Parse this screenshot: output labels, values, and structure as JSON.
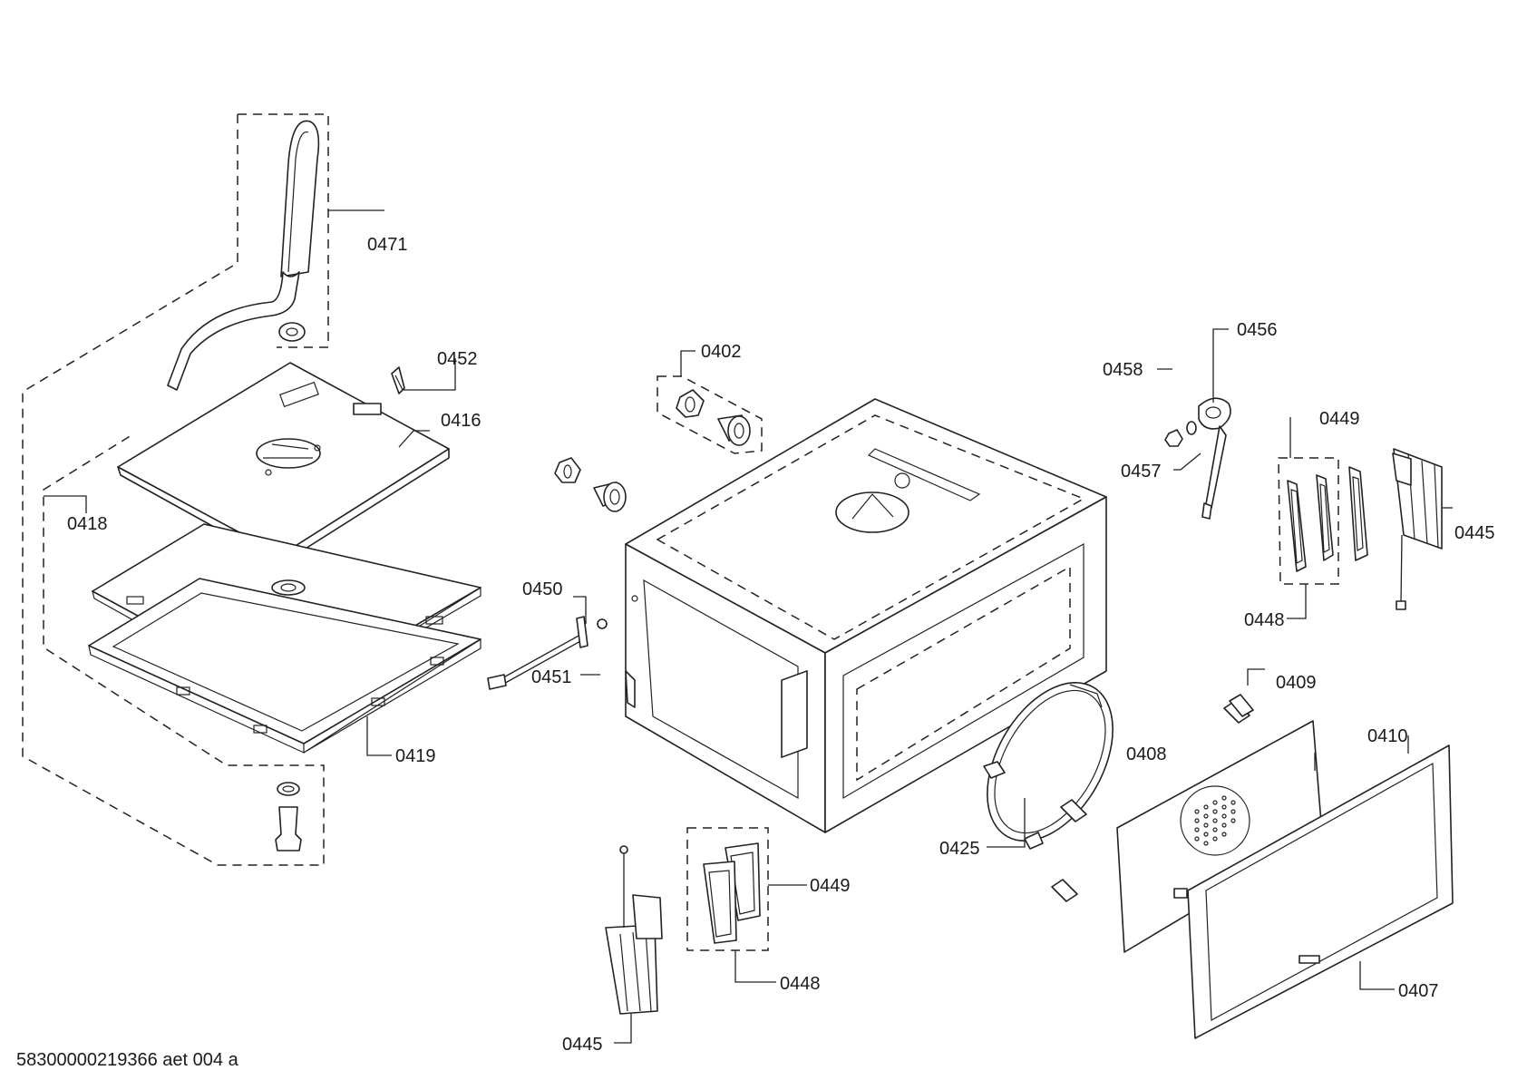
{
  "document_id": "58300000219366 aet 004 a",
  "labels": {
    "p0471": "0471",
    "p0452": "0452",
    "p0416": "0416",
    "p0418": "0418",
    "p0419": "0419",
    "p0402": "0402",
    "p0450": "0450",
    "p0451": "0451",
    "p0456": "0456",
    "p0458": "0458",
    "p0457": "0457",
    "p0449a": "0449",
    "p0448a": "0448",
    "p0445a": "0445",
    "p0409": "0409",
    "p0408": "0408",
    "p0410": "0410",
    "p0425": "0425",
    "p0407": "0407",
    "p0449b": "0449",
    "p0448b": "0448",
    "p0445b": "0445"
  }
}
